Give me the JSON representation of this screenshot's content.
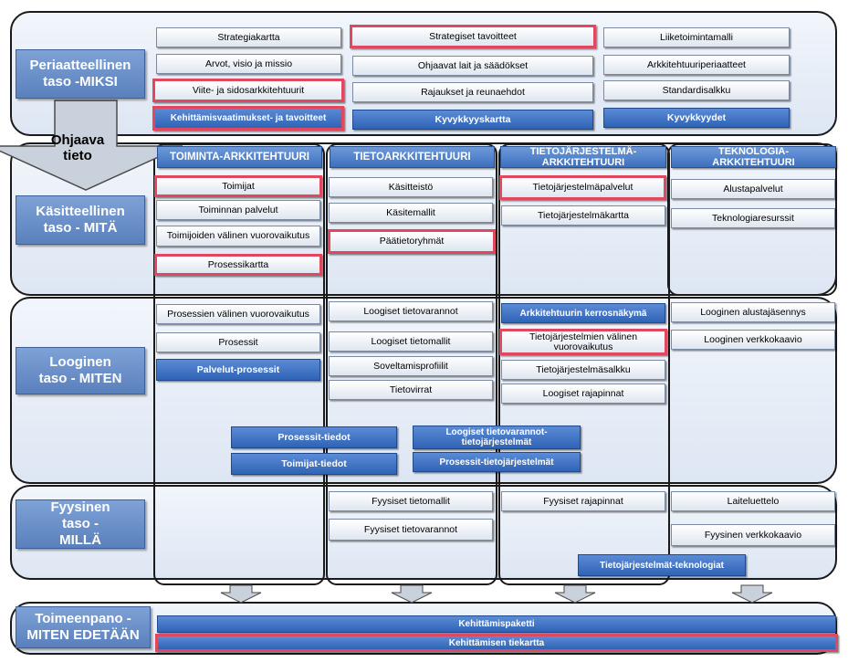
{
  "levels": {
    "why": "Periaatteellinen taso -MIKSI",
    "what": "Käsitteellinen taso - MITÄ",
    "how": "Looginen taso - MITEN",
    "with_what": "Fyysinen taso - MILLÄ",
    "impl": "Toimeenpano -MITEN EDETÄÄN"
  },
  "guiding": "Ohjaava tieto",
  "columns": {
    "c1": "TOIMINTA-ARKKITEHTUURI",
    "c2": "TIETOARKKITEHTUURI",
    "c3": "TIETOJÄRJESTELMÄ-ARKKITEHTUURI",
    "c4": "TEKNOLOGIA-ARKKITEHTUURI"
  },
  "principle": {
    "r1": [
      "Strategiakartta",
      "Strategiset tavoitteet",
      "Liiketoimintamalli"
    ],
    "r2": [
      "Arvot, visio ja missio",
      "Ohjaavat lait ja säädökset",
      "Arkkitehtuuriperiaatteet"
    ],
    "r3": [
      "Viite- ja sidosarkkitehtuurit",
      "Rajaukset ja reunaehdot",
      "Standardisalkku"
    ],
    "r4": [
      "Kehittämisvaatimukset- ja tavoitteet",
      "Kyvykkyyskartta",
      "Kyvykkyydet"
    ]
  },
  "conceptual": {
    "c1": [
      "Toimijat",
      "Toiminnan palvelut",
      "Toimijoiden välinen vuorovaikutus",
      "Prosessikartta"
    ],
    "c2": [
      "Käsitteistö",
      "Käsitemallit",
      "Päätietoryhmät"
    ],
    "c3": [
      "Tietojärjestelmäpalvelut",
      "Tietojärjestelmäkartta"
    ],
    "c4": [
      "Alustapalvelut",
      "Teknologiaresurssit"
    ]
  },
  "logical": {
    "c1": [
      "Prosessien välinen vuorovaikutus",
      "Prosessit",
      "Palvelut-prosessit"
    ],
    "c2": [
      "Loogiset tietovarannot",
      "Loogiset tietomallit",
      "Soveltamisprofiilit",
      "Tietovirrat"
    ],
    "c3": [
      "Arkkitehtuurin kerrosnäkymä",
      "Tietojärjestelmien välinen vuorovaikutus",
      "Tietojärjestelmäsalkku",
      "Loogiset rajapinnat"
    ],
    "c4": [
      "Looginen alustajäsennys",
      "Looginen verkkokaavio"
    ],
    "cross": [
      "Prosessit-tiedot",
      "Toimijat-tiedot",
      "Loogiset tietovarannot-tietojärjestelmät",
      "Prosessit-tietojärjestelmät"
    ]
  },
  "physical": {
    "c2": [
      "Fyysiset tietomallit",
      "Fyysiset tietovarannot"
    ],
    "c3": [
      "Fyysiset rajapinnat"
    ],
    "c4": [
      "Laiteluettelo",
      "Fyysinen verkkokaavio"
    ],
    "cross": "Tietojärjestelmät-teknologiat"
  },
  "impl": [
    "Kehittämispaketti",
    "Kehittämisen tiekartta"
  ],
  "colors": {
    "highlight": "#e0485f",
    "blue": "#3a6dbd",
    "label": "#6a8fcb"
  }
}
